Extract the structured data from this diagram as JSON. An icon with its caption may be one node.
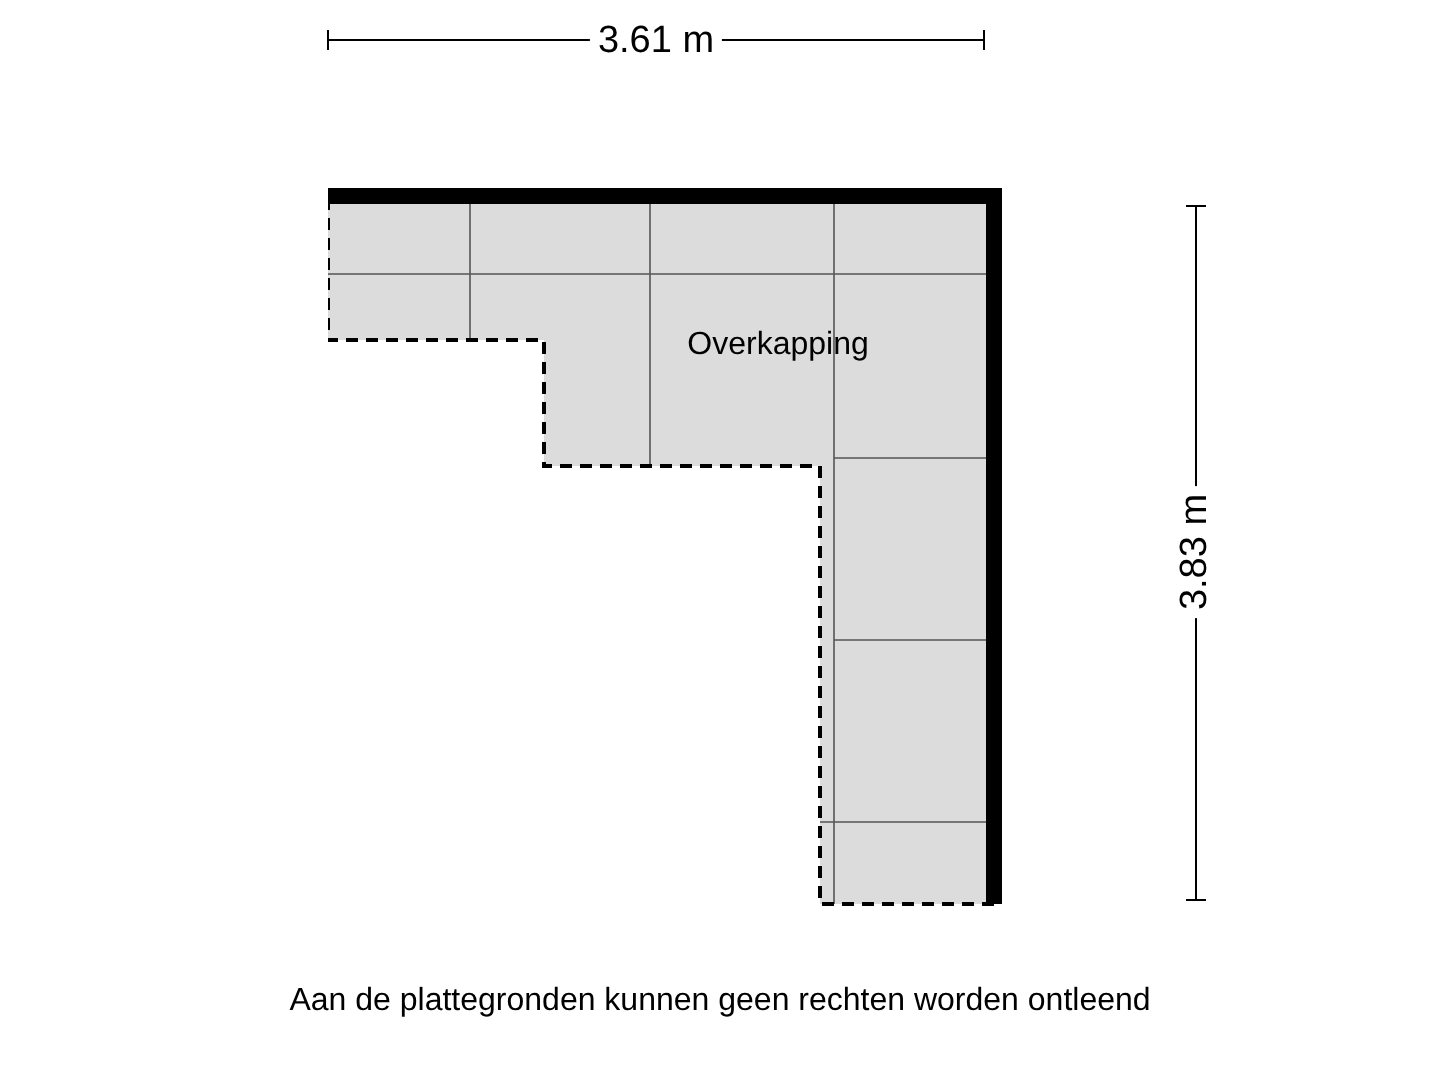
{
  "diagram": {
    "caption": "Aan de plattegronden kunnen geen rechten worden ontleend",
    "nodes": [
      {
        "text": [
          "Overkapping"
        ]
      }
    ],
    "labels": [
      "3.61 m",
      "3.83 m"
    ]
  }
}
